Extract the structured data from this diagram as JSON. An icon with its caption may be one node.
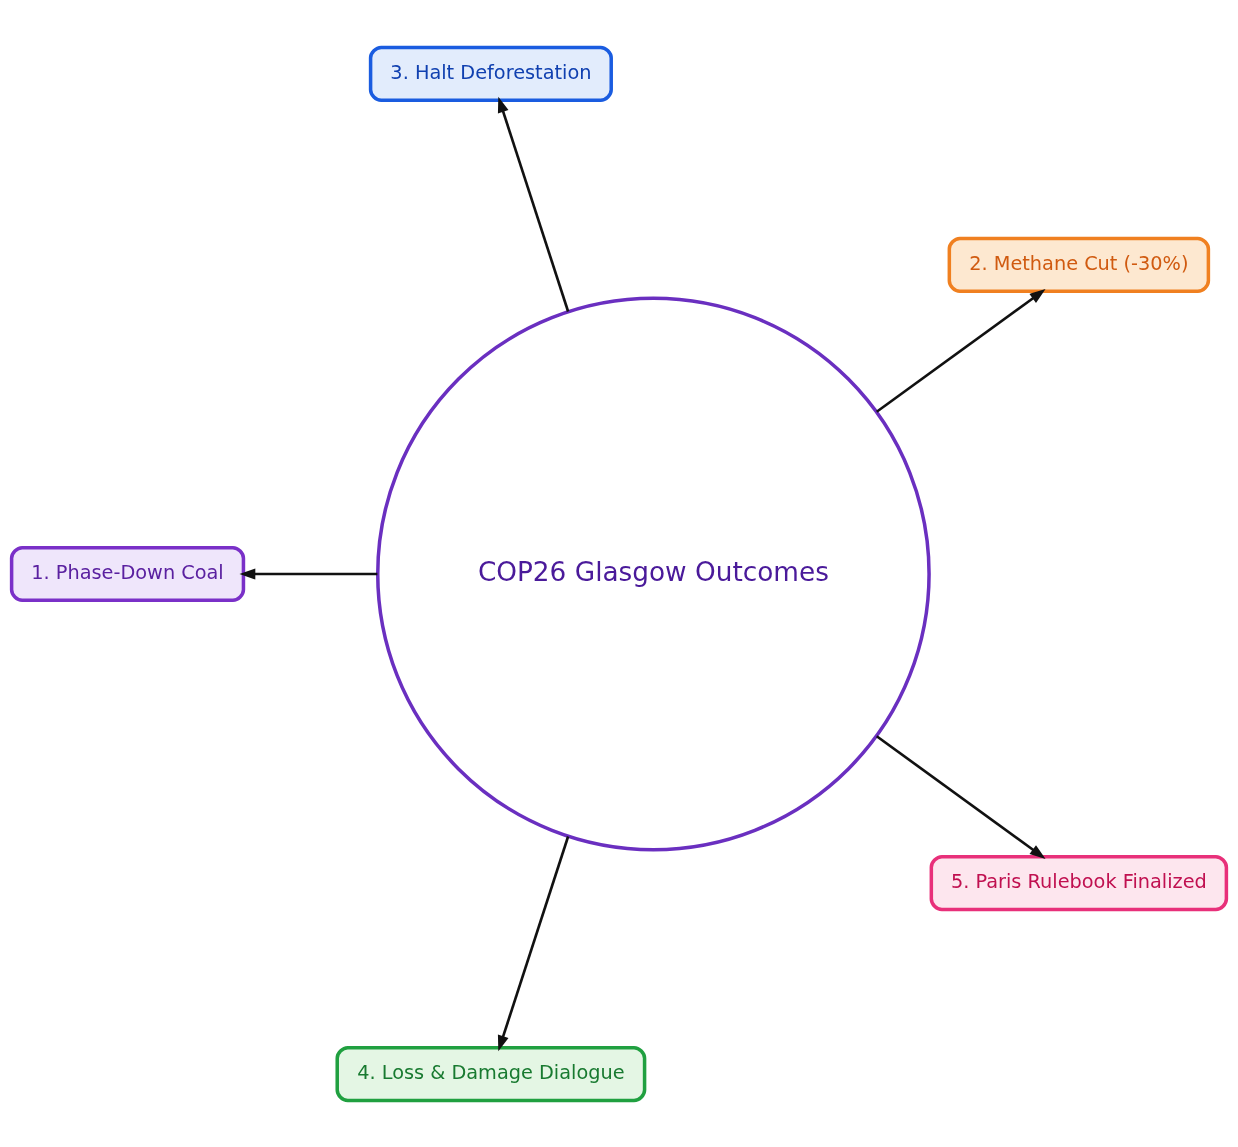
{
  "diagram": {
    "nodes": [
      {
        "text": [
          "COP26 Glasgow Outcomes"
        ]
      },
      {
        "text": [
          "2. Methane Cut (-30%)"
        ]
      },
      {
        "text": [
          "3. Halt Deforestation"
        ]
      },
      {
        "text": [
          "1. Phase-Down Coal"
        ]
      },
      {
        "text": [
          "4. Loss & Damage Dialogue"
        ]
      },
      {
        "text": [
          "5. Paris Rulebook Finalized"
        ]
      }
    ],
    "edges": [
      {
        "from": 0,
        "to": 3,
        "arrow": "to"
      },
      {
        "from": 0,
        "to": 1,
        "arrow": "to"
      },
      {
        "from": 0,
        "to": 2,
        "arrow": "to"
      },
      {
        "from": 0,
        "to": 4,
        "arrow": "to"
      },
      {
        "from": 0,
        "to": 5,
        "arrow": "to"
      }
    ]
  }
}
